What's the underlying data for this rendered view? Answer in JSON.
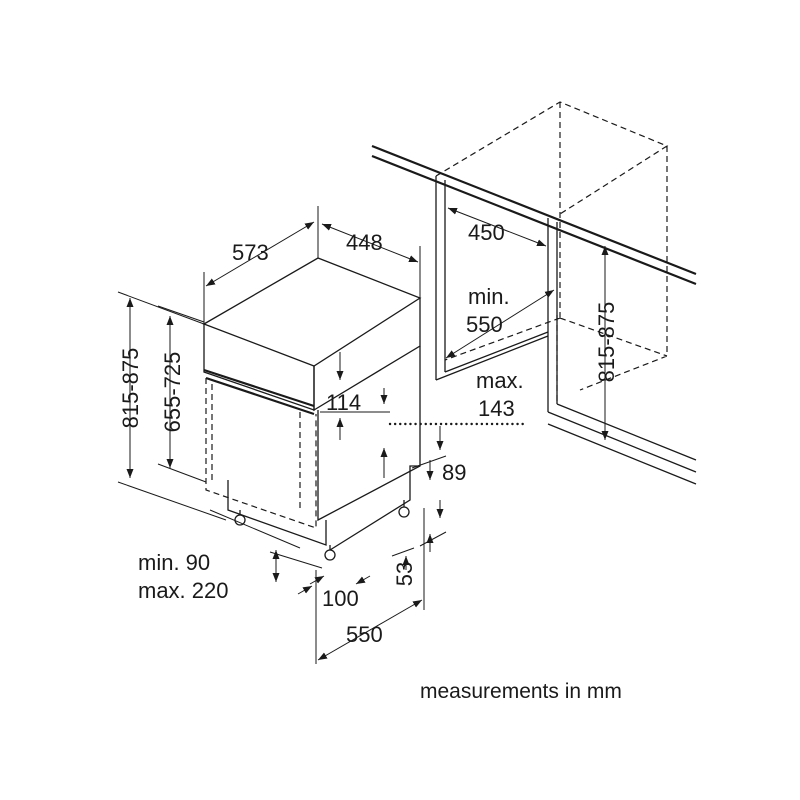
{
  "dimensions": {
    "depth_573": "573",
    "width_448": "448",
    "height_total": "815-875",
    "height_body": "655-725",
    "panel_114": "114",
    "niche_width_450": "450",
    "niche_min_label": "min.",
    "niche_min_value": "550",
    "max_label": "max.",
    "max_value": "143",
    "niche_height": "815-875",
    "plinth_89": "89",
    "plinth_53": "53",
    "plinth_min": "min. 90",
    "plinth_max": "max. 220",
    "foot_100": "100",
    "depth_550": "550"
  },
  "caption": "measurements in mm"
}
